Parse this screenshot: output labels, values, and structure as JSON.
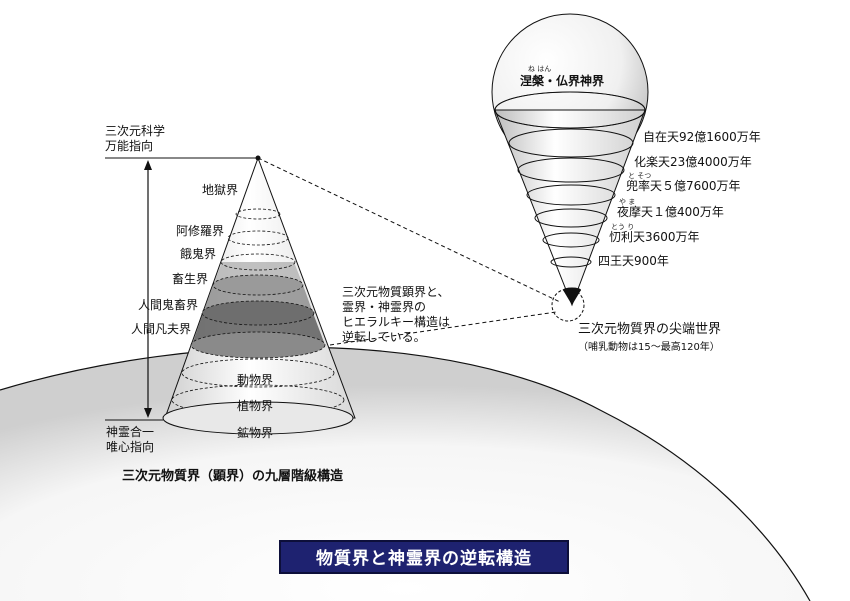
{
  "left_axis": {
    "top_label": [
      "三次元科学",
      "万能指向"
    ],
    "bottom_label": [
      "神霊合一",
      "唯心指向"
    ]
  },
  "left_cone": {
    "layers": [
      "地獄界",
      "阿修羅界",
      "餓鬼界",
      "畜生界",
      "人間鬼畜界",
      "人間凡夫界",
      "動物界",
      "植物界",
      "鉱物界"
    ],
    "caption": "三次元物質界（顕界）の九層階級構造"
  },
  "middle_note": [
    "三次元物質顕界と、",
    "霊界・神霊界の",
    "ヒエラルキー構造は",
    "逆転している。"
  ],
  "right_cone": {
    "sphere_label": "涅槃・仏界神界",
    "sphere_ruby": "ね はん",
    "layers": [
      "自在天92億1600万年",
      "化楽天23億4000万年",
      "兜率天５億7600万年",
      "夜摩天１億400万年",
      "忉利天3600万年",
      "四王天900年"
    ],
    "rubies": {
      "tosotsu": "と そつ",
      "yama": "や ま",
      "touri": "とう り"
    },
    "tip_label": "三次元物質界の尖端世界",
    "tip_sub": "（哺乳動物は15～最高120年）"
  },
  "banner": "物質界と神霊界の逆転構造",
  "colors": {
    "banner_bg": "#1e2270",
    "dark_band": "#555555",
    "mid_band": "#8a8a8a",
    "light_band": "#b5b5b5"
  }
}
